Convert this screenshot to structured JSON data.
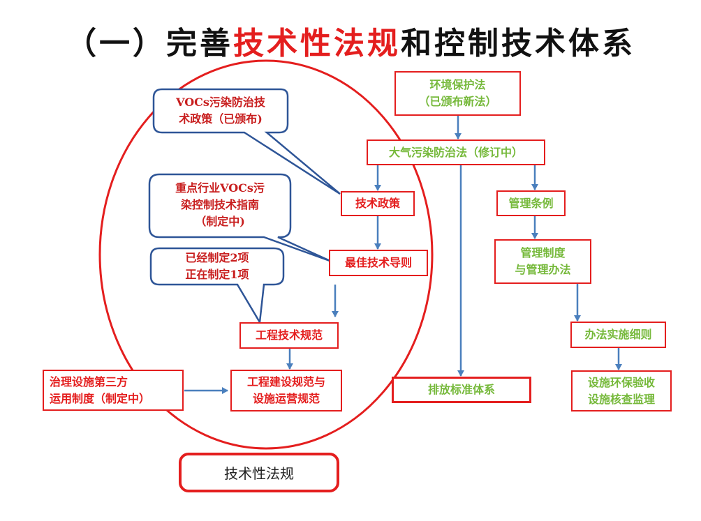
{
  "title": {
    "pre": "（一）完善",
    "highlight": "技术性法规",
    "post": "和控制技术体系"
  },
  "callouts": {
    "vocs_policy": "VOCs污染防治技\n术政策（已颁布)",
    "industry_guide": "重点行业VOCs污\n染控制技术指南\n（制定中)",
    "status": "已经制定2项\n正在制定1项"
  },
  "boxes": {
    "env_law": "环境保护法\n（已颁布新法）",
    "air_law": "大气污染防治法（修订中）",
    "tech_policy": "技术政策",
    "best_tech": "最佳技术导则",
    "eng_spec": "工程技术规范",
    "build_spec": "工程建设规范与\n设施运营规范",
    "third_party": "治理设施第三方\n运用制度（制定中）",
    "mgmt_reg": "管理条例",
    "mgmt_system": "管理制度\n与管理办法",
    "rules": "办法实施细则",
    "acceptance": "设施环保验收\n设施核查监理",
    "emission": "排放标准体系",
    "legend": "技术性法规"
  },
  "colors": {
    "red": "#e41e1e",
    "green": "#76b93b",
    "arrow": "#4a7fbd",
    "callout": "#2e5597"
  }
}
